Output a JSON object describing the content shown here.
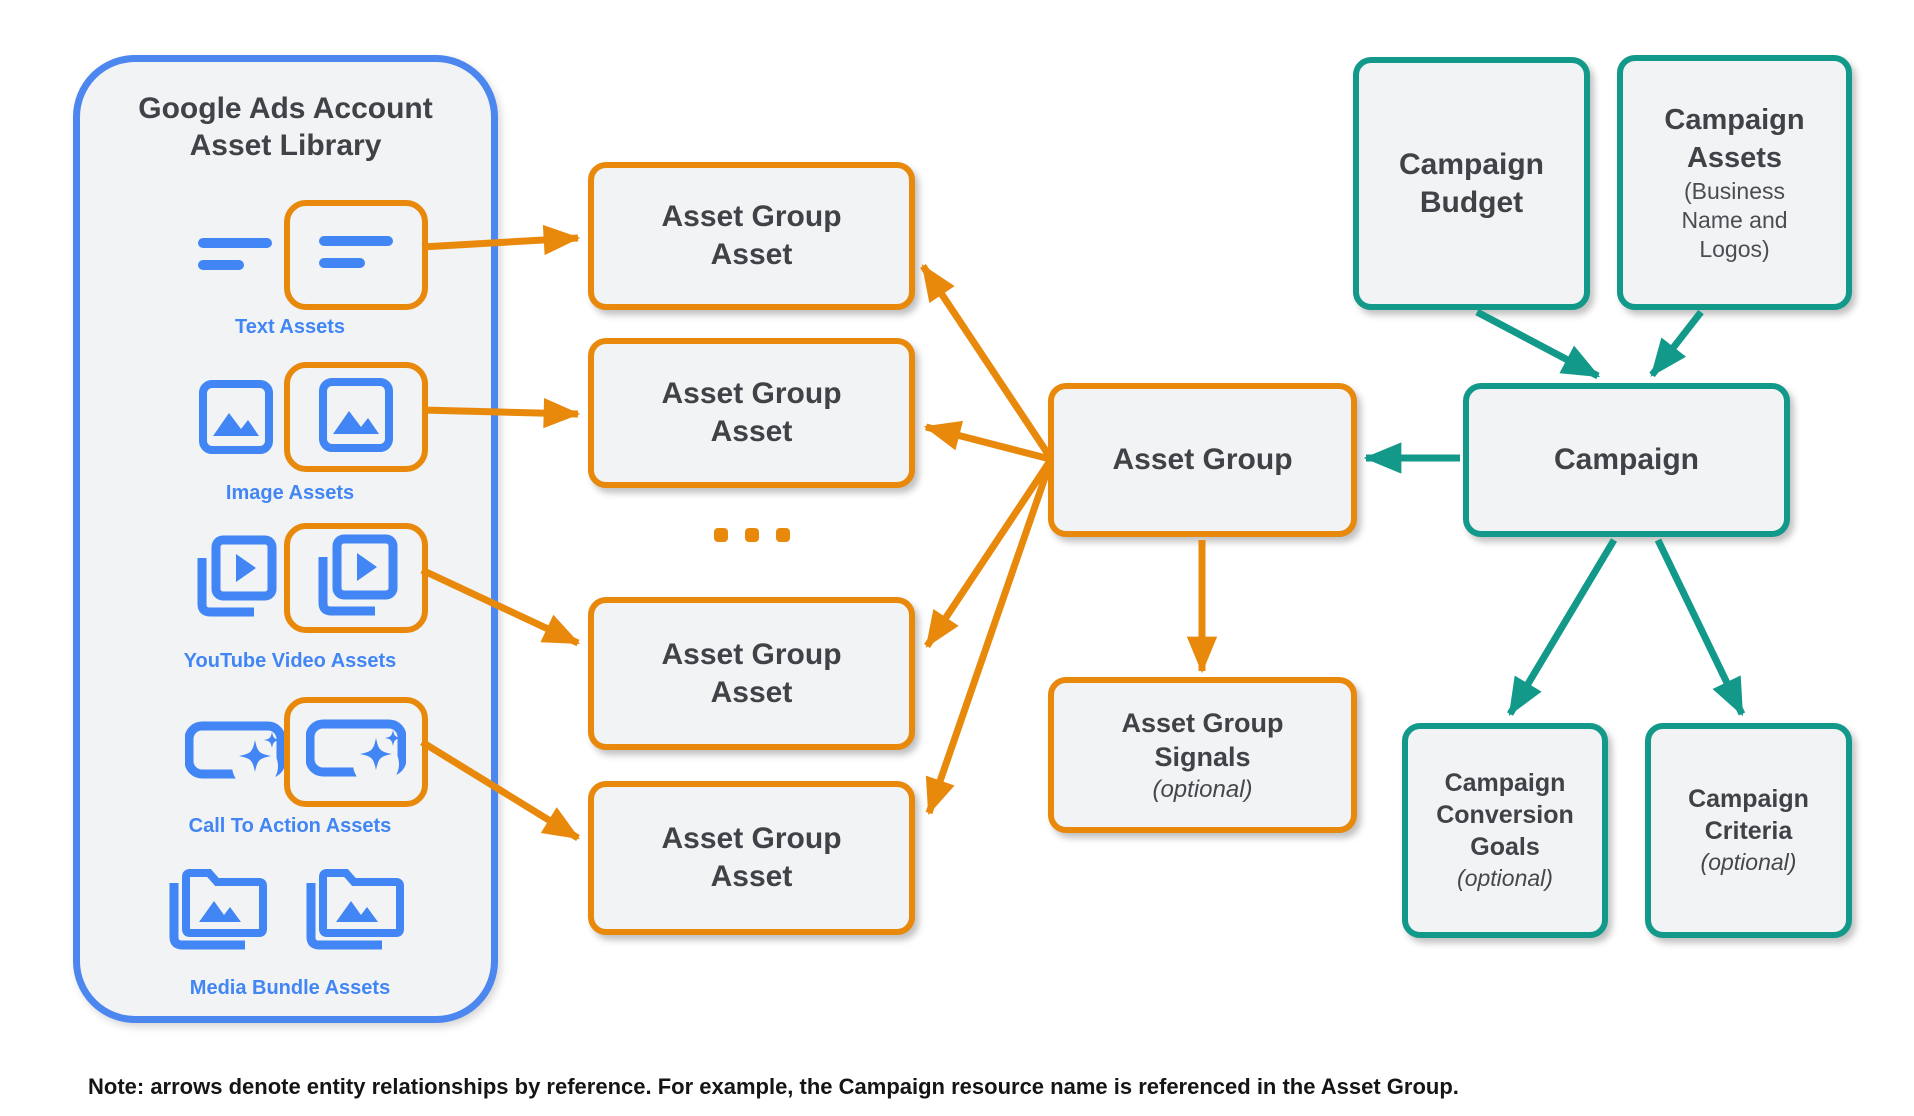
{
  "colors": {
    "orange": "#E8890B",
    "teal": "#12998A",
    "blue_border": "#4C86EF",
    "icon_blue": "#4285F4",
    "label_blue": "#4285F4",
    "box_fill": "#F1F3F4",
    "text_dark": "#3F4347",
    "note_color": "#141517"
  },
  "library": {
    "title_line1": "Google Ads Account",
    "title_line2": "Asset Library",
    "rows": [
      {
        "label": "Text Assets"
      },
      {
        "label": "Image Assets"
      },
      {
        "label": "YouTube Video Assets"
      },
      {
        "label": "Call To Action Assets"
      },
      {
        "label": "Media Bundle Assets"
      }
    ]
  },
  "nodes": {
    "asset_group_asset": "Asset Group Asset",
    "ellipsis": "...",
    "asset_group": "Asset Group",
    "asset_group_signals_title": "Asset Group Signals",
    "asset_group_signals_note": "(optional)",
    "campaign_budget": "Campaign Budget",
    "campaign_assets_title": "Campaign Assets",
    "campaign_assets_subtitle": "(Business Name and Logos)",
    "campaign": "Campaign",
    "campaign_conversion_goals_title": "Campaign Conversion Goals",
    "campaign_conversion_goals_note": "(optional)",
    "campaign_criteria_title": "Campaign Criteria",
    "campaign_criteria_note": "(optional)"
  },
  "note": "Note: arrows denote entity relationships by reference. For example, the Campaign resource name is referenced in the Asset Group."
}
